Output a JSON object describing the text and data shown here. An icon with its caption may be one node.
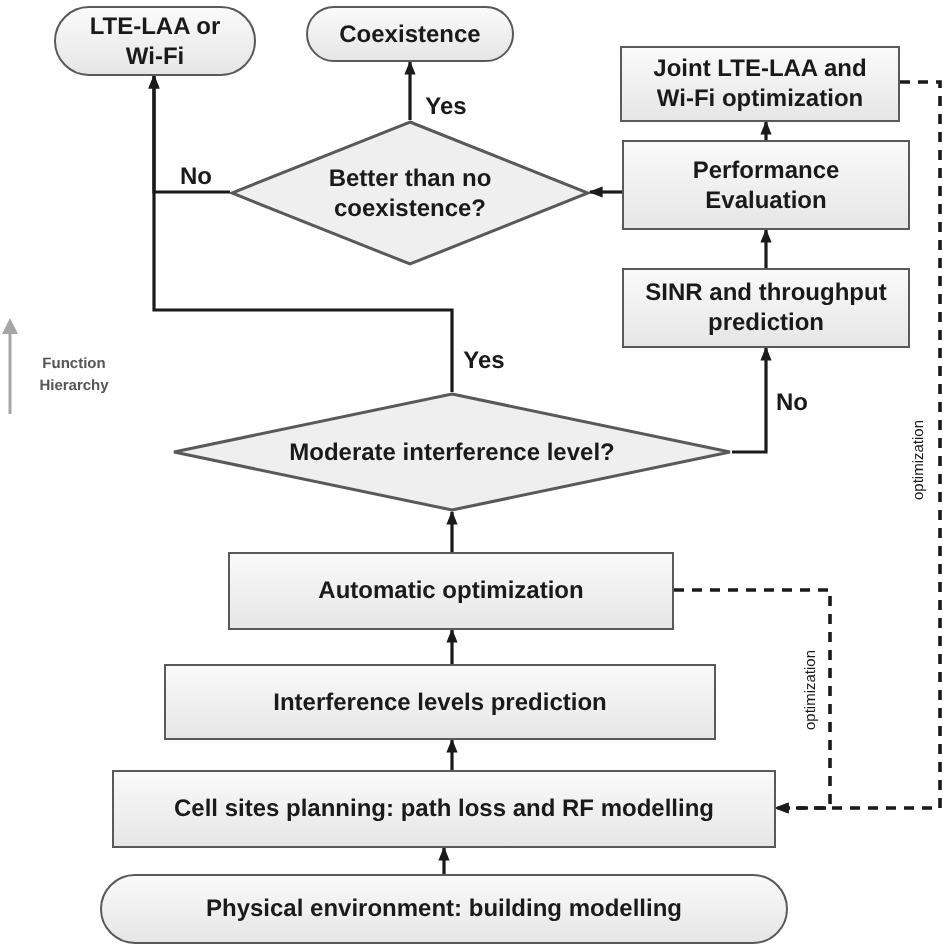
{
  "diagram": {
    "nodes": [
      {
        "text": [
          "LTE-LAA or Wi-Fi"
        ]
      },
      {
        "text": [
          "Coexistence"
        ]
      },
      {
        "text": [
          "Joint LTE-LAA and Wi-Fi optimization"
        ]
      },
      {
        "text": [
          "Better than no coexistence?"
        ]
      },
      {
        "text": [
          "Performance Evaluation"
        ]
      },
      {
        "text": [
          "SINR and throughput prediction"
        ]
      },
      {
        "text": [
          "Moderate interference level?"
        ]
      },
      {
        "text": [
          "Automatic optimization"
        ]
      },
      {
        "text": [
          "Interference levels prediction"
        ]
      },
      {
        "text": [
          "Cell sites planning: path loss and RF modelling"
        ]
      },
      {
        "text": [
          "Physical environment: building modelling"
        ]
      }
    ],
    "edges": [
      {
        "from": 10,
        "to": 9,
        "arrow": "to"
      },
      {
        "from": 9,
        "to": 8,
        "arrow": "to"
      },
      {
        "from": 8,
        "to": 7,
        "arrow": "to"
      },
      {
        "from": 7,
        "to": 6,
        "arrow": "to"
      },
      {
        "from": 6,
        "to": 0,
        "arrow": "to",
        "label": "Yes"
      },
      {
        "from": 6,
        "to": 5,
        "arrow": "to",
        "label": "No"
      },
      {
        "from": 5,
        "to": 4,
        "arrow": "to"
      },
      {
        "from": 4,
        "to": 3,
        "arrow": "to"
      },
      {
        "from": 3,
        "to": 1,
        "arrow": "to",
        "label": "Yes"
      },
      {
        "from": 3,
        "to": 0,
        "arrow": "to",
        "label": "No"
      },
      {
        "from": 4,
        "to": 2,
        "arrow": "to"
      },
      {
        "from": 7,
        "to": 9,
        "arrow": "to",
        "label": "optimization",
        "style": "dashed"
      },
      {
        "from": 2,
        "to": 9,
        "arrow": "to",
        "label": "optimization",
        "style": "dashed"
      }
    ],
    "labels": [
      "Function Hierarchy"
    ]
  }
}
